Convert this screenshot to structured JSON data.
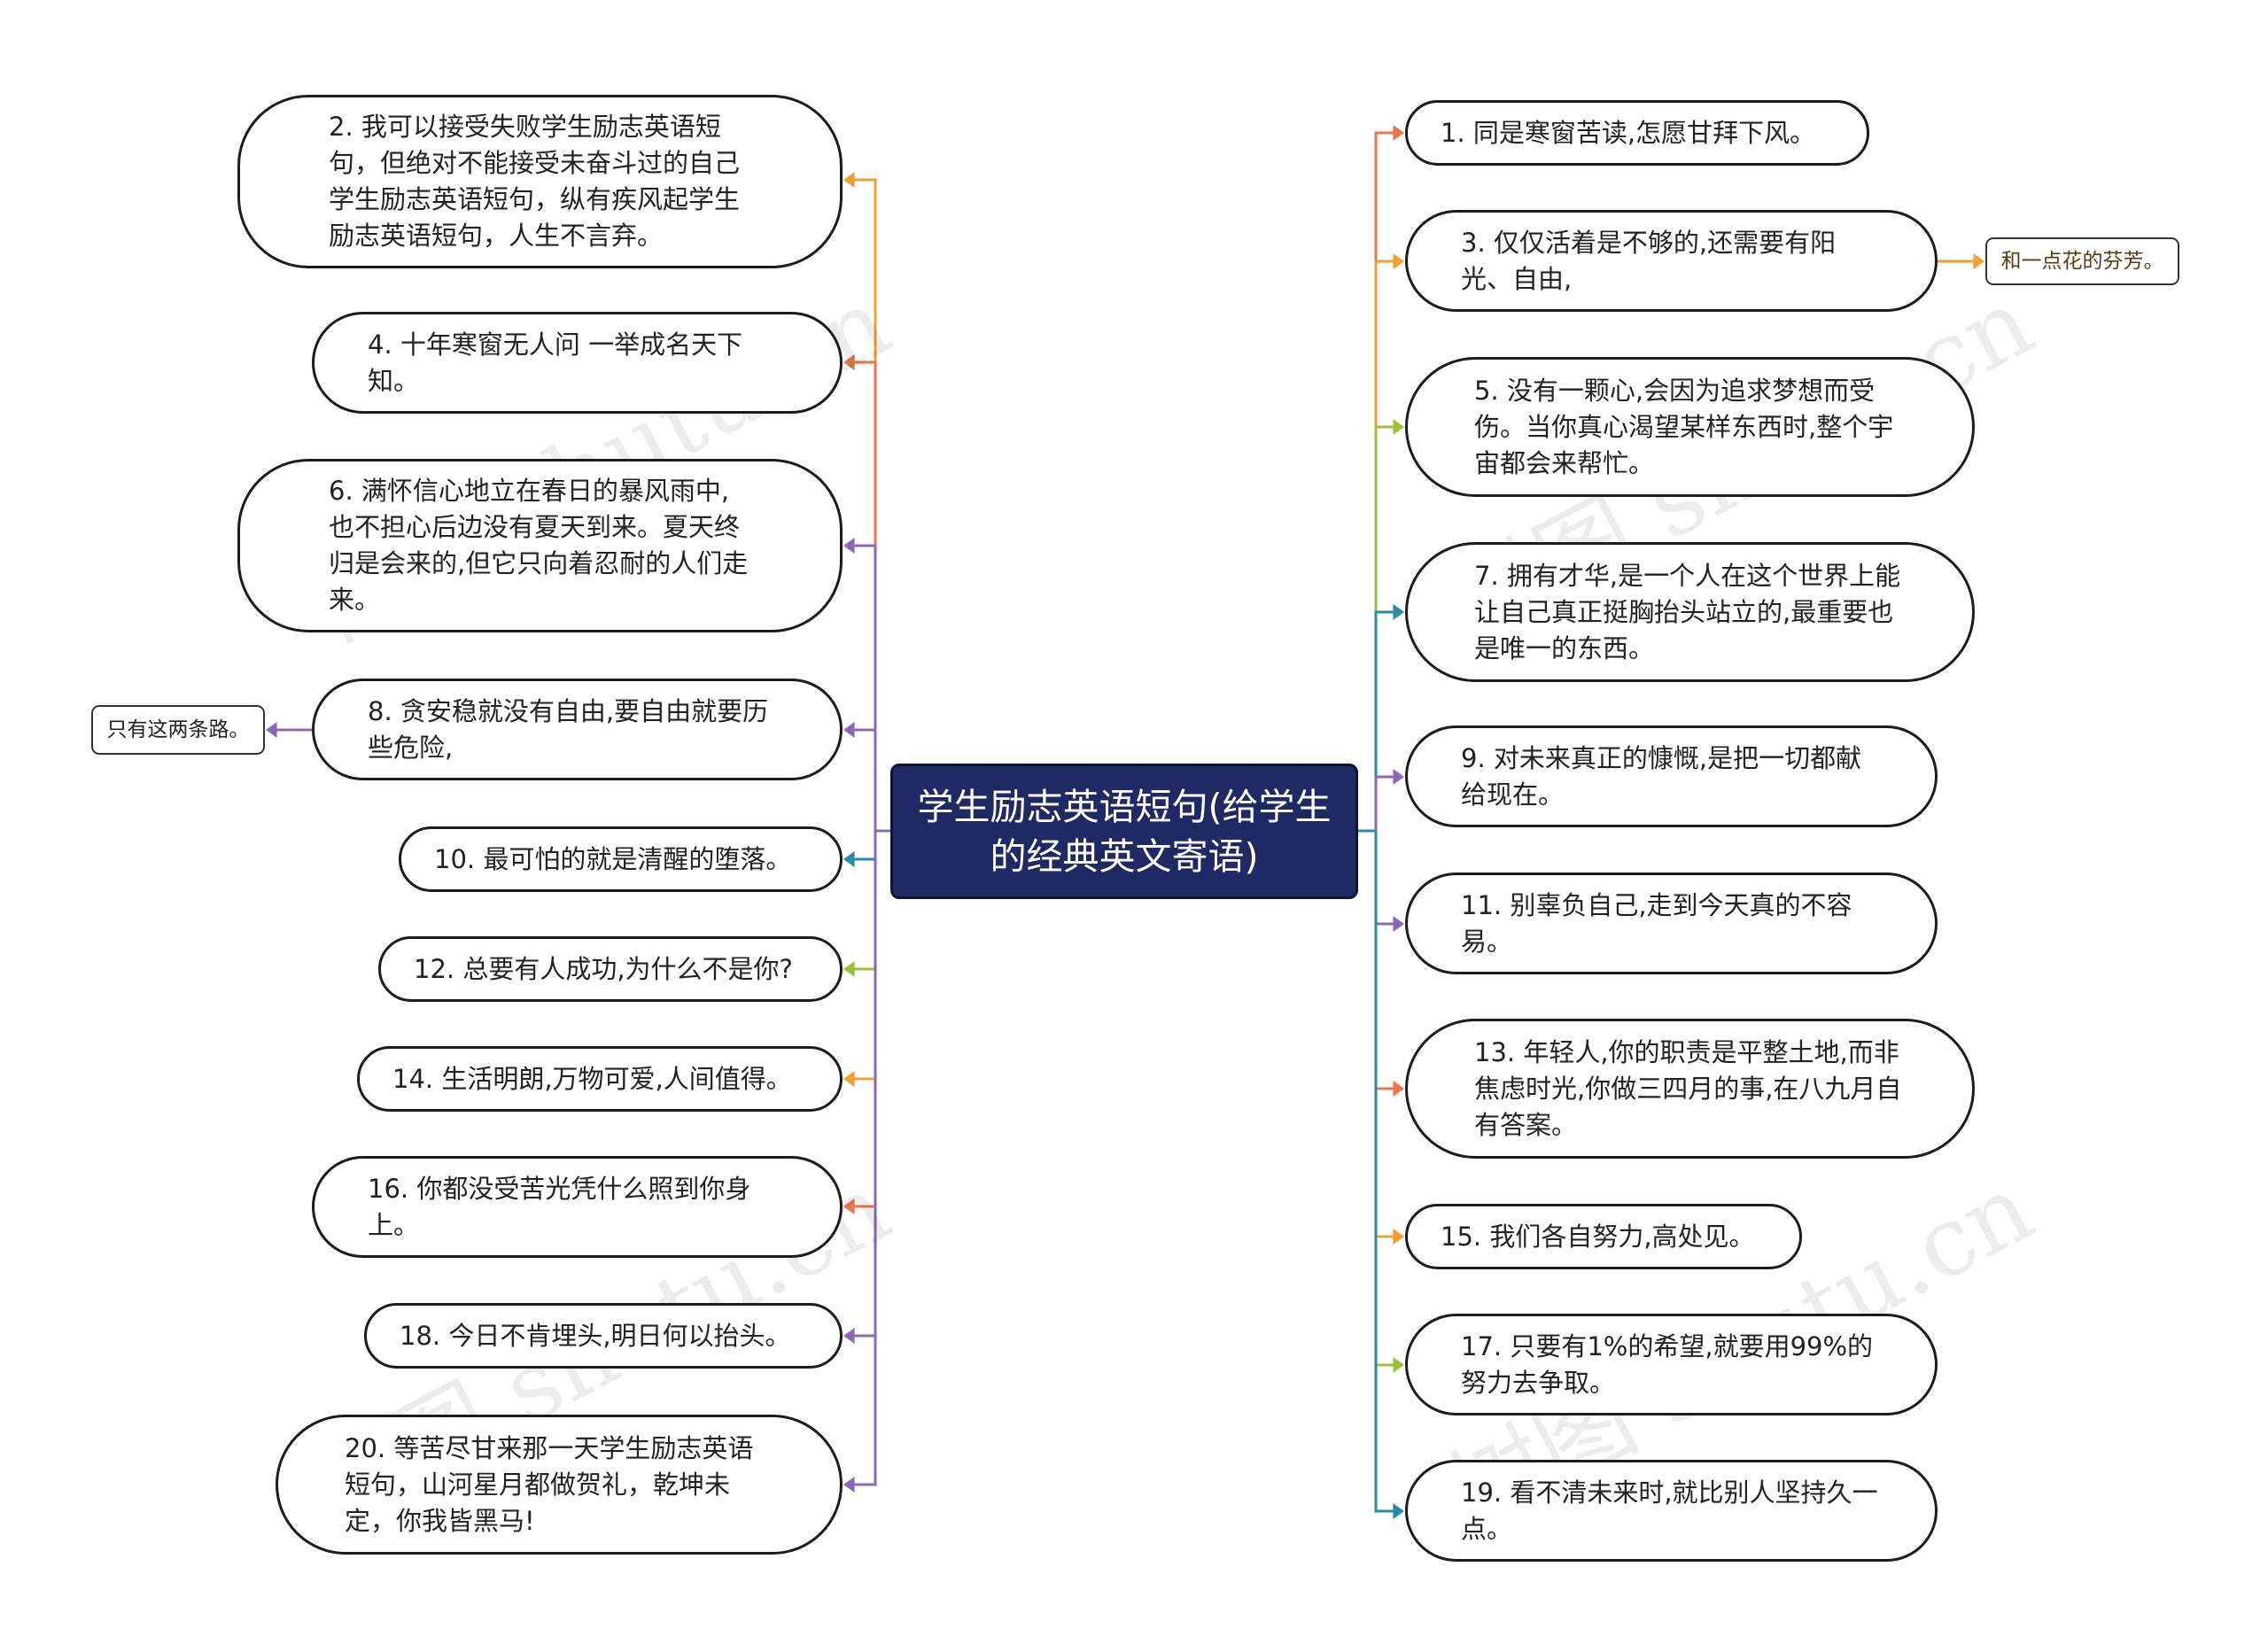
{
  "root": {
    "title": "学生励志英语短句(给学生的经典英文寄语)"
  },
  "watermark": "树图 shutu.cn",
  "left_branches": [
    {
      "id": "L2",
      "text": "2. 我可以接受失败学生励志英语短句，但绝对不能接受未奋斗过的自己学生励志英语短句，纵有疾风起学生励志英语短句，人生不言弃。",
      "color": "#f0a030"
    },
    {
      "id": "L4",
      "text": "4. 十年寒窗无人问 一举成名天下知。",
      "color": "#e8784a"
    },
    {
      "id": "L6",
      "text": "6. 满怀信心地立在春日的暴风雨中,也不担心后边没有夏天到来。夏天终归是会来的,但它只向着忍耐的人们走来。",
      "color": "#8a68b8"
    },
    {
      "id": "L8",
      "text": "8. 贪安稳就没有自由,要自由就要历些危险,",
      "color": "#8a68b8"
    },
    {
      "id": "L10",
      "text": "10. 最可怕的就是清醒的堕落。",
      "color": "#2a8ca0"
    },
    {
      "id": "L12",
      "text": "12. 总要有人成功,为什么不是你?",
      "color": "#9cc23a"
    },
    {
      "id": "L14",
      "text": "14. 生活明朗,万物可爱,人间值得。",
      "color": "#f0a030"
    },
    {
      "id": "L16",
      "text": "16. 你都没受苦光凭什么照到你身上。",
      "color": "#e8784a"
    },
    {
      "id": "L18",
      "text": "18. 今日不肯埋头,明日何以抬头。",
      "color": "#8a68b8"
    },
    {
      "id": "L20",
      "text": "20. 等苦尽甘来那一天学生励志英语短句，山河星月都做贺礼，乾坤未定，你我皆黑马!",
      "color": "#8a68b8"
    }
  ],
  "right_branches": [
    {
      "id": "R1",
      "text": "1. 同是寒窗苦读,怎愿甘拜下风。",
      "color": "#e8784a"
    },
    {
      "id": "R3",
      "text": "3. 仅仅活着是不够的,还需要有阳光、自由,",
      "color": "#f0a030"
    },
    {
      "id": "R5",
      "text": "5. 没有一颗心,会因为追求梦想而受伤。当你真心渴望某样东西时,整个宇宙都会来帮忙。",
      "color": "#9cc23a"
    },
    {
      "id": "R7",
      "text": "7. 拥有才华,是一个人在这个世界上能让自己真正挺胸抬头站立的,最重要也是唯一的东西。",
      "color": "#2a8ca0"
    },
    {
      "id": "R9",
      "text": "9. 对未来真正的慷慨,是把一切都献给现在。",
      "color": "#8a68b8"
    },
    {
      "id": "R11",
      "text": "11. 别辜负自己,走到今天真的不容易。",
      "color": "#8a68b8"
    },
    {
      "id": "R13",
      "text": "13. 年轻人,你的职责是平整土地,而非焦虑时光,你做三四月的事,在八九月自有答案。",
      "color": "#e8784a"
    },
    {
      "id": "R15",
      "text": "15. 我们各自努力,高处见。",
      "color": "#f0a030"
    },
    {
      "id": "R17",
      "text": "17. 只要有1%的希望,就要用99%的努力去争取。",
      "color": "#9cc23a"
    },
    {
      "id": "R19",
      "text": "19. 看不清未来时,就比别人坚持久一点。",
      "color": "#2a8ca0"
    }
  ],
  "notes": [
    {
      "id": "N8",
      "text": "只有这两条路。",
      "color": "#8a68b8"
    },
    {
      "id": "N3",
      "text": "和一点花的芬芳。",
      "color": "#f0a030"
    }
  ]
}
